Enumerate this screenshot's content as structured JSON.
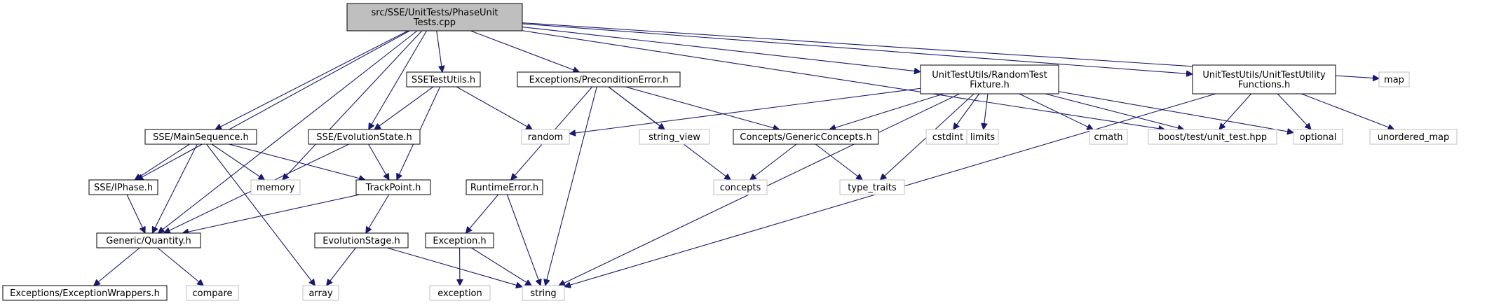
{
  "colors": {
    "edge": "#191970",
    "root_fill": "#bfbfbf",
    "project_stroke": "#000000",
    "system_stroke": "#bfbfbf",
    "text": "#000000",
    "background": "#ffffff"
  },
  "nodes": [
    {
      "id": "root",
      "kind": "root",
      "lines": [
        "src/SSE/UnitTests/PhaseUnit",
        "Tests.cpp"
      ]
    },
    {
      "id": "sse_testutils",
      "kind": "project",
      "lines": [
        "SSETestUtils.h"
      ]
    },
    {
      "id": "precondition_error",
      "kind": "project",
      "lines": [
        "Exceptions/PreconditionError.h"
      ]
    },
    {
      "id": "random_test_fixture",
      "kind": "project",
      "lines": [
        "UnitTestUtils/RandomTest",
        "Fixture.h"
      ]
    },
    {
      "id": "unit_test_utility_functions",
      "kind": "project",
      "lines": [
        "UnitTestUtils/UnitTestUtility",
        "Functions.h"
      ]
    },
    {
      "id": "map",
      "kind": "system",
      "lines": [
        "map"
      ]
    },
    {
      "id": "main_sequence",
      "kind": "project",
      "lines": [
        "SSE/MainSequence.h"
      ]
    },
    {
      "id": "evolution_state",
      "kind": "project",
      "lines": [
        "SSE/EvolutionState.h"
      ]
    },
    {
      "id": "random",
      "kind": "system",
      "lines": [
        "random"
      ]
    },
    {
      "id": "string_view",
      "kind": "system",
      "lines": [
        "string_view"
      ]
    },
    {
      "id": "generic_concepts",
      "kind": "project",
      "lines": [
        "Concepts/GenericConcepts.h"
      ]
    },
    {
      "id": "cstdint",
      "kind": "system",
      "lines": [
        "cstdint"
      ]
    },
    {
      "id": "limits",
      "kind": "system",
      "lines": [
        "limits"
      ]
    },
    {
      "id": "cmath",
      "kind": "system",
      "lines": [
        "cmath"
      ]
    },
    {
      "id": "unit_test_hpp",
      "kind": "system",
      "lines": [
        "boost/test/unit_test.hpp"
      ]
    },
    {
      "id": "optional",
      "kind": "system",
      "lines": [
        "optional"
      ]
    },
    {
      "id": "unordered_map",
      "kind": "system",
      "lines": [
        "unordered_map"
      ]
    },
    {
      "id": "iphase",
      "kind": "project",
      "lines": [
        "SSE/IPhase.h"
      ]
    },
    {
      "id": "memory",
      "kind": "system",
      "lines": [
        "memory"
      ]
    },
    {
      "id": "track_point",
      "kind": "project",
      "lines": [
        "TrackPoint.h"
      ]
    },
    {
      "id": "runtime_error",
      "kind": "project",
      "lines": [
        "RuntimeError.h"
      ]
    },
    {
      "id": "concepts",
      "kind": "system",
      "lines": [
        "concepts"
      ]
    },
    {
      "id": "type_traits",
      "kind": "system",
      "lines": [
        "type_traits"
      ]
    },
    {
      "id": "generic_quantity",
      "kind": "project",
      "lines": [
        "Generic/Quantity.h"
      ]
    },
    {
      "id": "evolution_stage",
      "kind": "project",
      "lines": [
        "EvolutionStage.h"
      ]
    },
    {
      "id": "exception_h",
      "kind": "project",
      "lines": [
        "Exception.h"
      ]
    },
    {
      "id": "exception_wrappers",
      "kind": "project",
      "lines": [
        "Exceptions/ExceptionWrappers.h"
      ]
    },
    {
      "id": "compare",
      "kind": "system",
      "lines": [
        "compare"
      ]
    },
    {
      "id": "array",
      "kind": "system",
      "lines": [
        "array"
      ]
    },
    {
      "id": "exception",
      "kind": "system",
      "lines": [
        "exception"
      ]
    },
    {
      "id": "string",
      "kind": "system",
      "lines": [
        "string"
      ]
    }
  ],
  "edges": [
    [
      "root",
      "sse_testutils"
    ],
    [
      "root",
      "precondition_error"
    ],
    [
      "root",
      "random_test_fixture"
    ],
    [
      "root",
      "unit_test_utility_functions"
    ],
    [
      "root",
      "map"
    ],
    [
      "root",
      "main_sequence"
    ],
    [
      "root",
      "evolution_state"
    ],
    [
      "root",
      "memory"
    ],
    [
      "root",
      "iphase"
    ],
    [
      "root",
      "generic_quantity"
    ],
    [
      "root",
      "unit_test_hpp"
    ],
    [
      "sse_testutils",
      "evolution_state"
    ],
    [
      "sse_testutils",
      "track_point"
    ],
    [
      "sse_testutils",
      "random"
    ],
    [
      "precondition_error",
      "runtime_error"
    ],
    [
      "precondition_error",
      "string_view"
    ],
    [
      "precondition_error",
      "generic_concepts"
    ],
    [
      "precondition_error",
      "concepts"
    ],
    [
      "precondition_error",
      "string"
    ],
    [
      "random_test_fixture",
      "random"
    ],
    [
      "random_test_fixture",
      "generic_concepts"
    ],
    [
      "random_test_fixture",
      "cstdint"
    ],
    [
      "random_test_fixture",
      "limits"
    ],
    [
      "random_test_fixture",
      "cmath"
    ],
    [
      "random_test_fixture",
      "unit_test_hpp"
    ],
    [
      "random_test_fixture",
      "optional"
    ],
    [
      "random_test_fixture",
      "type_traits"
    ],
    [
      "random_test_fixture",
      "string"
    ],
    [
      "unit_test_utility_functions",
      "unit_test_hpp"
    ],
    [
      "unit_test_utility_functions",
      "optional"
    ],
    [
      "unit_test_utility_functions",
      "unordered_map"
    ],
    [
      "unit_test_utility_functions",
      "string"
    ],
    [
      "main_sequence",
      "iphase"
    ],
    [
      "main_sequence",
      "memory"
    ],
    [
      "main_sequence",
      "track_point"
    ],
    [
      "main_sequence",
      "generic_quantity"
    ],
    [
      "main_sequence",
      "array"
    ],
    [
      "evolution_state",
      "track_point"
    ],
    [
      "evolution_state",
      "generic_quantity"
    ],
    [
      "generic_concepts",
      "concepts"
    ],
    [
      "generic_concepts",
      "type_traits"
    ],
    [
      "iphase",
      "generic_quantity"
    ],
    [
      "track_point",
      "generic_quantity"
    ],
    [
      "track_point",
      "evolution_stage"
    ],
    [
      "runtime_error",
      "exception_h"
    ],
    [
      "runtime_error",
      "string"
    ],
    [
      "generic_quantity",
      "exception_wrappers"
    ],
    [
      "generic_quantity",
      "compare"
    ],
    [
      "evolution_stage",
      "array"
    ],
    [
      "evolution_stage",
      "string"
    ],
    [
      "exception_h",
      "exception"
    ],
    [
      "exception_h",
      "string"
    ]
  ]
}
